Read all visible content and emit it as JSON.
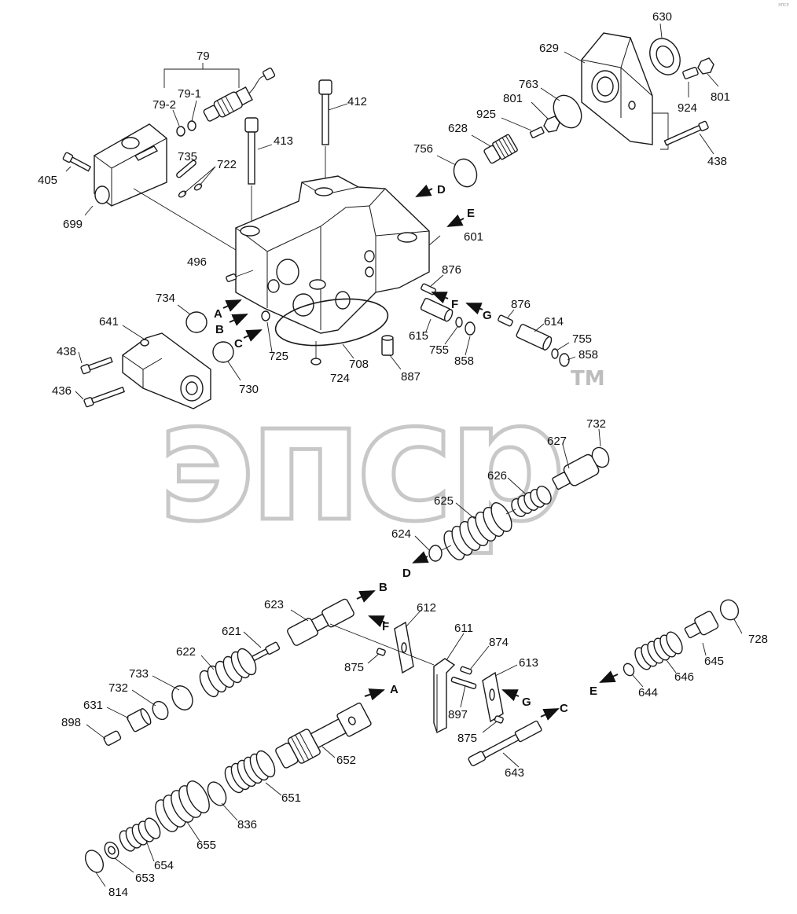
{
  "watermark": {
    "text": "эпср",
    "trademark": "TM"
  },
  "corner_mark": "ЭПСР",
  "ports": {
    "A": "A",
    "B": "B",
    "C": "C",
    "D": "D",
    "E": "E",
    "F": "F",
    "G": "G"
  },
  "labels": {
    "p79": "79",
    "p79_1": "79-1",
    "p79_2": "79-2",
    "p405": "405",
    "p699": "699",
    "p735": "735",
    "p722": "722",
    "p413": "413",
    "p412": "412",
    "p496": "496",
    "p734": "734",
    "p641": "641",
    "p438a": "438",
    "p436": "436",
    "p725": "725",
    "p730": "730",
    "p724": "724",
    "p708": "708",
    "p887": "887",
    "p601": "601",
    "p876a": "876",
    "p615": "615",
    "p755a": "755",
    "p858a": "858",
    "p876b": "876",
    "p614": "614",
    "p755b": "755",
    "p858b": "858",
    "p756": "756",
    "p628": "628",
    "p925": "925",
    "p801a": "801",
    "p763": "763",
    "p629": "629",
    "p630": "630",
    "p924": "924",
    "p801b": "801",
    "p438b": "438",
    "p732a": "732",
    "p627": "627",
    "p626": "626",
    "p625": "625",
    "p624": "624",
    "p623": "623",
    "p621": "621",
    "p622": "622",
    "p733": "733",
    "p732b": "732",
    "p631": "631",
    "p898": "898",
    "p612": "612",
    "p875a": "875",
    "p611": "611",
    "p874": "874",
    "p613": "613",
    "p897": "897",
    "p875b": "875",
    "p643": "643",
    "p652": "652",
    "p651": "651",
    "p836": "836",
    "p655": "655",
    "p654": "654",
    "p653": "653",
    "p814": "814",
    "p728": "728",
    "p645": "645",
    "p646": "646",
    "p644": "644"
  }
}
